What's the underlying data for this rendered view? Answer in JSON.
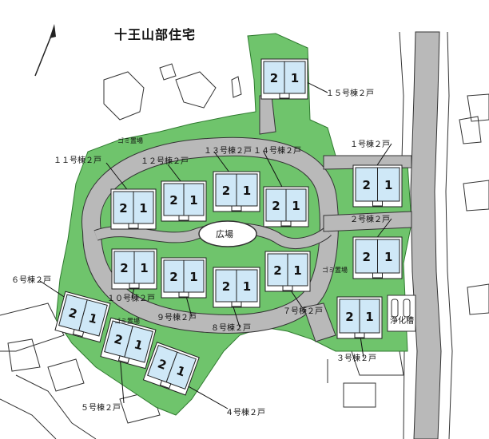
{
  "map": {
    "title": "十王山部住宅",
    "plaza_label": "広場",
    "septic_label": "浄化槽",
    "garbage_label": "ゴミ置場",
    "buildings": [
      {
        "label": "１号棟２戸",
        "units": [
          "2",
          "1"
        ]
      },
      {
        "label": "２号棟２戸",
        "units": [
          "2",
          "1"
        ]
      },
      {
        "label": "３号棟２戸",
        "units": [
          "2",
          "1"
        ]
      },
      {
        "label": "４号棟２戸",
        "units": [
          "2",
          "1"
        ]
      },
      {
        "label": "５号棟２戸",
        "units": [
          "2",
          "1"
        ]
      },
      {
        "label": "６号棟２戸",
        "units": [
          "2",
          "1"
        ]
      },
      {
        "label": "７号棟２戸",
        "units": [
          "2",
          "1"
        ]
      },
      {
        "label": "８号棟２戸",
        "units": [
          "2",
          "1"
        ]
      },
      {
        "label": "９号棟２戸",
        "units": [
          "2",
          "1"
        ]
      },
      {
        "label": "１０号棟２戸",
        "units": [
          "2",
          "1"
        ]
      },
      {
        "label": "１１号棟２戸",
        "units": [
          "2",
          "1"
        ]
      },
      {
        "label": "１２号棟２戸",
        "units": [
          "2",
          "1"
        ]
      },
      {
        "label": "１３号棟２戸",
        "units": [
          "2",
          "1"
        ]
      },
      {
        "label": "１４号棟２戸",
        "units": [
          "2",
          "1"
        ]
      },
      {
        "label": "１５号棟２戸",
        "units": [
          "2",
          "1"
        ]
      }
    ],
    "colors": {
      "green": "#6fc46c",
      "road": "#b9b9b9",
      "unit_fill": "#cfe8f7",
      "outline": "#222222"
    }
  }
}
